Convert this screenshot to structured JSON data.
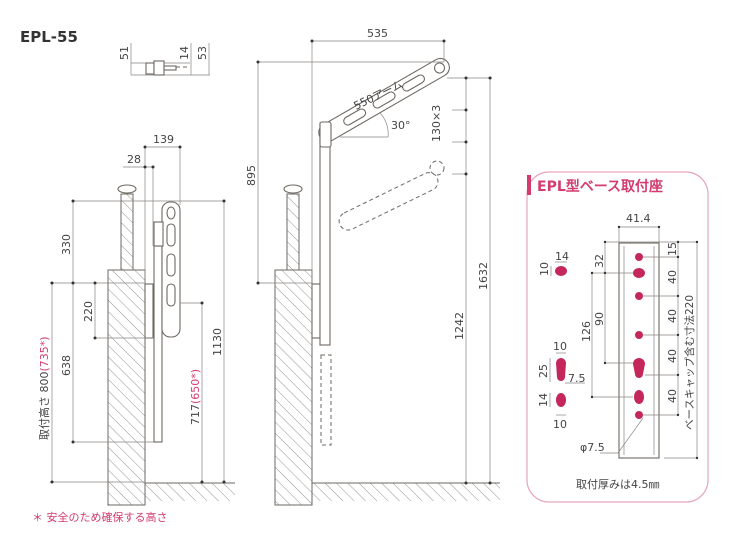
{
  "model": "EPL-55",
  "colors": {
    "accent": "#d23c6e",
    "hole": "#c4285a",
    "panel_border": "#e6a7bd",
    "line": "#7a7570"
  },
  "top_view": {
    "dims": [
      "51",
      "14",
      "53"
    ]
  },
  "stored_view": {
    "dims": {
      "d139": "139",
      "d28": "28",
      "d330": "330",
      "d220": "220",
      "d638": "638",
      "d1130": "1130"
    },
    "height_label": "取付高さ 800",
    "height_alt": "(735*)",
    "d717": "717",
    "d717_alt": "(650*)"
  },
  "open_view": {
    "dims": {
      "d535": "535",
      "d895": "895",
      "d130x3": "130×3",
      "d1242": "1242",
      "d1632": "1632",
      "angle": "30°"
    },
    "arm_label": "550アーム"
  },
  "footnote": "＊ 安全のため確保する高さ",
  "base_panel": {
    "title": "EPL型ベース取付座",
    "dims": {
      "w": "41.4",
      "d15": "15",
      "d40": "40",
      "d32": "32",
      "d90": "90",
      "d126": "126",
      "total": "ベースキャップ含む寸法220",
      "phi": "φ7.5"
    },
    "hole_dims": {
      "a14": "14",
      "a10": "10",
      "b10": "10",
      "b25": "25",
      "b75": "7.5",
      "c14": "14",
      "c10": "10"
    },
    "thickness_note": "取付厚みは4.5㎜"
  }
}
